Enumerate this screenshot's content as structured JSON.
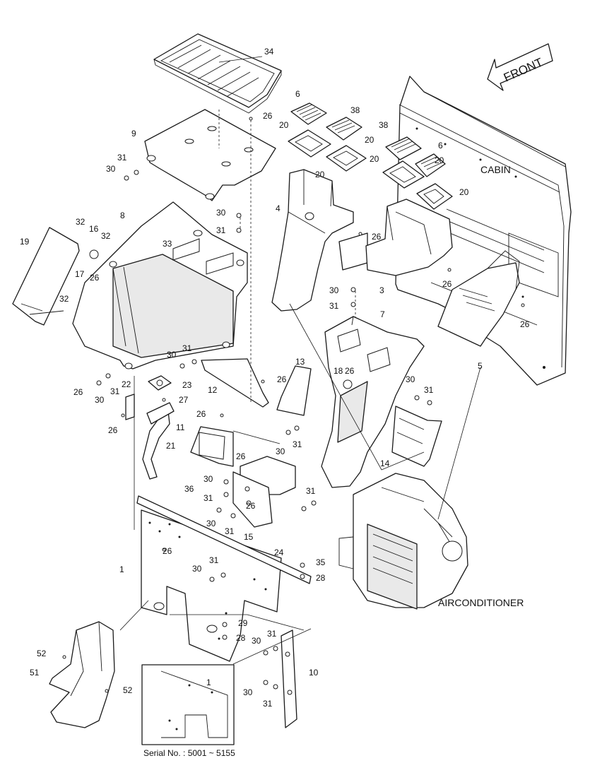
{
  "labels": {
    "front": "FRONT",
    "cabin": "CABIN",
    "airconditioner": "AIRCONDITIONER",
    "serial": "Serial No. : 5001 ~ 5155"
  },
  "callouts": {
    "c34": "34",
    "c26a": "26",
    "c9": "9",
    "c31a": "31",
    "c30a": "30",
    "c6a": "6",
    "c38a": "38",
    "c20a": "20",
    "c20b": "20",
    "c20c": "20",
    "c38b": "38",
    "c6b": "6",
    "c20d": "20",
    "c20e": "20",
    "c20f": "20",
    "c4": "4",
    "c30b": "30",
    "c31b": "31",
    "c8": "8",
    "c32a": "32",
    "c16": "16",
    "c32b": "32",
    "c19": "19",
    "c17": "17",
    "c26b": "26",
    "c33": "33",
    "c26c": "26",
    "c3": "3",
    "c26d": "26",
    "c26e": "26",
    "c30c": "30",
    "c31c": "31",
    "c7": "7",
    "c5": "5",
    "c32c": "32",
    "c30d": "30",
    "c31d": "31",
    "c26f": "26",
    "c30e": "30",
    "c31e": "31",
    "c22": "22",
    "c23": "23",
    "c12": "12",
    "c26g": "26",
    "c13": "13",
    "c18": "18",
    "c26h": "26",
    "c30f": "30",
    "c31f": "31",
    "c27": "27",
    "c26i": "26",
    "c26j": "26",
    "c11": "11",
    "c21": "21",
    "c30g": "30",
    "c31g": "31",
    "c26k": "26",
    "c14": "14",
    "c36": "36",
    "c30h": "30",
    "c31h": "31",
    "c31i": "31",
    "c26l": "26",
    "c30i": "30",
    "c31j": "31",
    "c15": "15",
    "c26m": "26",
    "c24": "24",
    "c35": "35",
    "c28a": "28",
    "c1a": "1",
    "c30j": "30",
    "c31k": "31",
    "c29": "29",
    "c28b": "28",
    "c31l": "31",
    "c30k": "30",
    "c52a": "52",
    "c51": "51",
    "c52b": "52",
    "c10": "10",
    "c30l": "30",
    "c31m": "31",
    "c1b": "1"
  }
}
